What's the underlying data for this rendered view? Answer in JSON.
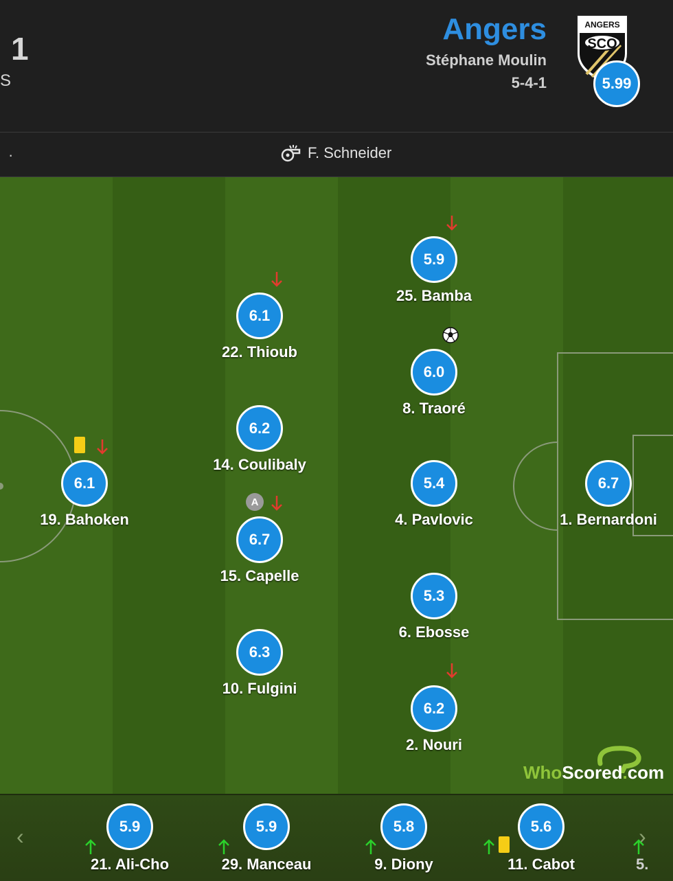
{
  "header": {
    "score_fragment": "1",
    "left_fragment": "S",
    "team_name": "Angers",
    "manager": "Stéphane Moulin",
    "formation": "5-4-1",
    "team_rating": "5.99",
    "crest_text_top": "ANGERS",
    "crest_text_main": "SCO"
  },
  "referee": {
    "dot": "·",
    "name": "F. Schneider",
    "icon": "whistle-icon"
  },
  "players": [
    {
      "key": "bamba",
      "rating": "5.9",
      "name": "25. Bamba",
      "subbed_off": true
    },
    {
      "key": "thioub",
      "rating": "6.1",
      "name": "22. Thioub",
      "subbed_off": true
    },
    {
      "key": "traore",
      "rating": "6.0",
      "name": "8. Traoré",
      "goal": true
    },
    {
      "key": "coulibaly",
      "rating": "6.2",
      "name": "14. Coulibaly"
    },
    {
      "key": "bahoken",
      "rating": "6.1",
      "name": "19. Bahoken",
      "yellow_card": true,
      "subbed_off": true
    },
    {
      "key": "pavlovic",
      "rating": "5.4",
      "name": "4. Pavlovic"
    },
    {
      "key": "bernardoni",
      "rating": "6.7",
      "name": "1. Bernardoni"
    },
    {
      "key": "capelle",
      "rating": "6.7",
      "name": "15. Capelle",
      "captain": true,
      "subbed_off": true
    },
    {
      "key": "ebosse",
      "rating": "5.3",
      "name": "6. Ebosse"
    },
    {
      "key": "fulgini",
      "rating": "6.3",
      "name": "10. Fulgini"
    },
    {
      "key": "nouri",
      "rating": "6.2",
      "name": "2. Nouri",
      "subbed_off": true
    }
  ],
  "captain_label": "A",
  "watermark": {
    "who": "Who",
    "scored": "Scored",
    "dot": ".",
    "com": "com"
  },
  "bench": {
    "prev": "‹",
    "next": "›",
    "subs": [
      {
        "rating": "5.9",
        "name": "21. Ali-Cho",
        "subbed_on": true
      },
      {
        "rating": "5.9",
        "name": "29. Manceau",
        "subbed_on": true
      },
      {
        "rating": "5.8",
        "name": "9. Diony",
        "subbed_on": true
      },
      {
        "rating": "5.6",
        "name": "11. Cabot",
        "subbed_on": true,
        "yellow_card": true
      },
      {
        "name": "5.",
        "subbed_on": true
      }
    ]
  },
  "colors": {
    "rating_blue": "#1a8de0",
    "team_blue": "#2e8ee0",
    "arrow_red": "#e23b2e",
    "arrow_green": "#2bd12b",
    "yellow_card": "#f5cd16"
  }
}
